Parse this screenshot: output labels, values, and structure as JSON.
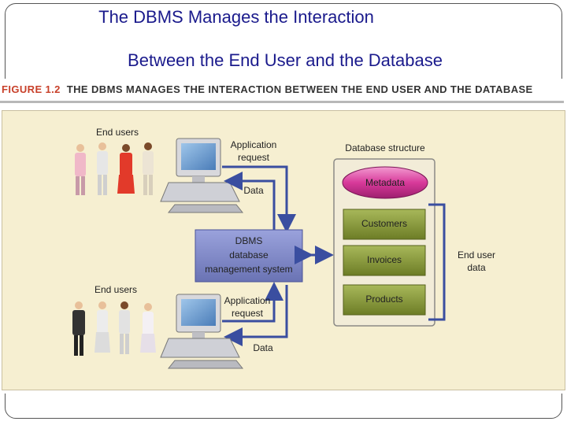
{
  "slide": {
    "title_line1": "The DBMS Manages the Interaction",
    "title_line2": "Between the End User and the Database"
  },
  "figure": {
    "number": "FIGURE 1.2",
    "caption": "THE DBMS MANAGES THE INTERACTION BETWEEN THE END USER AND THE DATABASE"
  },
  "diagram": {
    "end_users_top": "End users",
    "end_users_bottom": "End users",
    "app_request_top": [
      "Application",
      "request"
    ],
    "data_top": "Data",
    "app_request_bottom": [
      "Application",
      "request"
    ],
    "data_bottom": "Data",
    "dbms_box": [
      "DBMS",
      "database",
      "management system"
    ],
    "db_structure_title": "Database structure",
    "metadata": "Metadata",
    "tables": [
      "Customers",
      "Invoices",
      "Products"
    ],
    "end_user_data": [
      "End user",
      "data"
    ]
  },
  "colors": {
    "title_text": "#1a1a8c",
    "figure_number": "#c8402a",
    "panel_bg": "#f6efd1",
    "dbms_fill": "#7d86c6",
    "metadata_fill": "#d83a9a",
    "table_fill": "#8a9a3a",
    "arrow": "#3a4ea0"
  }
}
